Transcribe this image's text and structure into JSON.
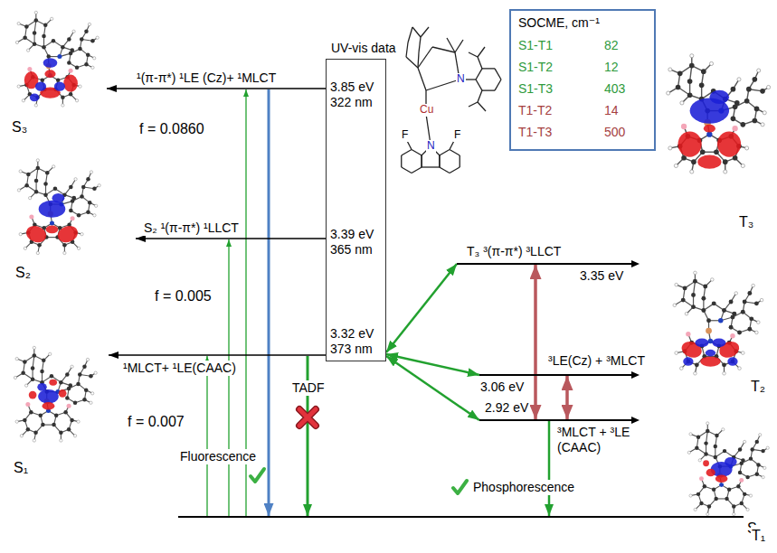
{
  "diagram": {
    "nodes": [
      {
        "text": [
          "UV-vis data",
          "3.85 eV 322 nm",
          "3.39 eV 365 nm",
          "3.32 eV 373 nm"
        ]
      },
      {
        "text": [
          "SOCME, cm⁻¹",
          "S1-T1",
          "82",
          "S1-T2",
          "12",
          "S1-T3",
          "403",
          "T1-T2",
          "14",
          "T1-T3",
          "500"
        ]
      },
      {
        "text": [
          "S₃"
        ]
      },
      {
        "text": [
          "S₂"
        ]
      },
      {
        "text": [
          "S₁"
        ]
      },
      {
        "text": [
          "T₃ ³(π-π*) ³LLCT",
          "3.35 eV"
        ]
      },
      {
        "text": [
          "³LE(Cz) + ³MLCT",
          "3.06 eV"
        ]
      },
      {
        "text": [
          "2.92 eV",
          "³MLCT + ³LE (CAAC)"
        ]
      },
      {
        "text": [
          "S₀"
        ]
      },
      {
        "text": [
          "T₃"
        ]
      },
      {
        "text": [
          "T₂"
        ]
      },
      {
        "text": [
          "T₁"
        ]
      }
    ],
    "edges": [
      {
        "from": 0,
        "to": 2,
        "arrow": "to",
        "label": "¹(π-π*) ¹LE (Cz)+ ¹MLCT"
      },
      {
        "from": 0,
        "to": 3,
        "arrow": "to",
        "label": "S₂ ¹(π-π*) ¹LLCT"
      },
      {
        "from": 0,
        "to": 4,
        "arrow": "to",
        "label": "¹MLCT+ ¹LE(CAAC)"
      },
      {
        "from": 0,
        "to": 5,
        "arrow": "both"
      },
      {
        "from": 0,
        "to": 6,
        "arrow": "both"
      },
      {
        "from": 0,
        "to": 7,
        "arrow": "both"
      },
      {
        "from": 5,
        "to": 7,
        "arrow": "both"
      },
      {
        "from": 6,
        "to": 7,
        "arrow": "both"
      },
      {
        "from": 7,
        "to": 8,
        "arrow": "to",
        "label": "Phosphorescence"
      }
    ],
    "labels": [
      "f = 0.0860",
      "f = 0.005",
      "f = 0.007",
      "Fluorescence",
      "TADF",
      "Cu",
      "N",
      "N",
      "F",
      "F"
    ]
  }
}
